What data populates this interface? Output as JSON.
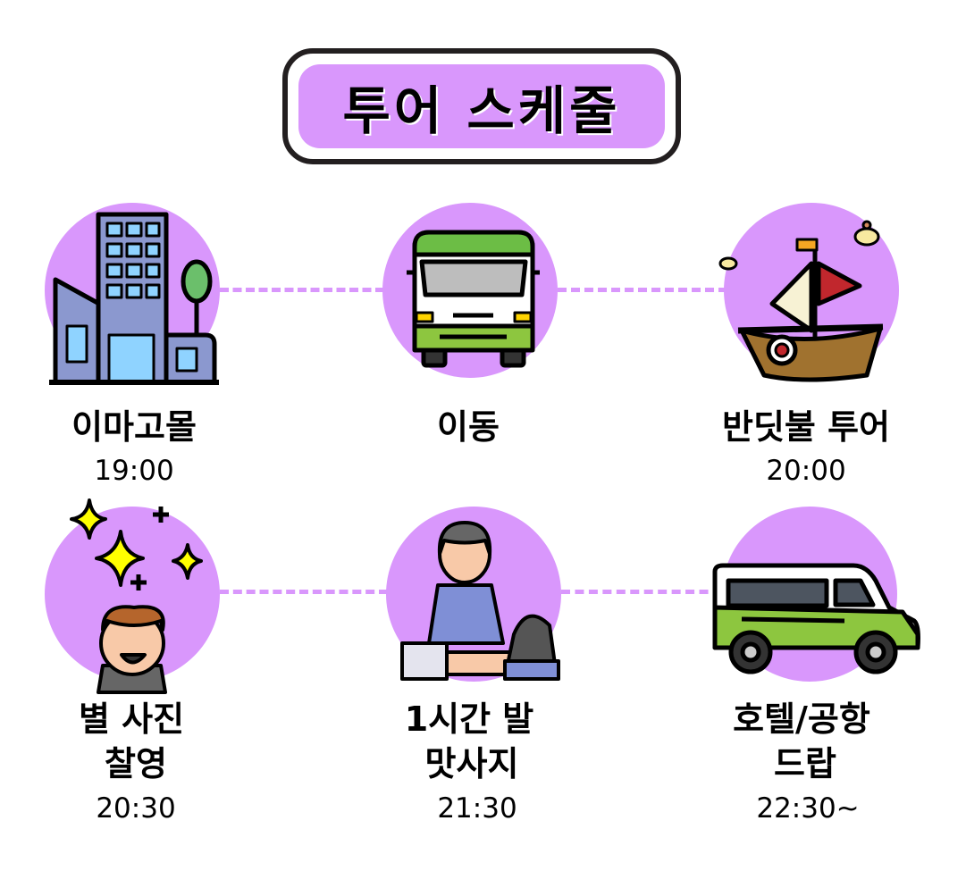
{
  "colors": {
    "accent": "#d997fc",
    "outline": "#231f20"
  },
  "title": "투어 스케줄",
  "steps": [
    {
      "label_lines": [
        "이마고몰"
      ],
      "time": "19:00",
      "icon": "buildings-icon"
    },
    {
      "label_lines": [
        "이동"
      ],
      "time": "",
      "icon": "van-front-icon"
    },
    {
      "label_lines": [
        "반딧불 투어"
      ],
      "time": "20:00",
      "icon": "sailboat-fireflies-icon"
    },
    {
      "label_lines": [
        "별 사진",
        "찰영"
      ],
      "time": "20:30",
      "icon": "star-eyes-boy-icon"
    },
    {
      "label_lines": [
        "1시간 발",
        "맛사지"
      ],
      "time": "21:30",
      "icon": "massage-icon"
    },
    {
      "label_lines": [
        "호텔/공항",
        "드랍"
      ],
      "time": "22:30~",
      "icon": "van-side-icon"
    }
  ]
}
